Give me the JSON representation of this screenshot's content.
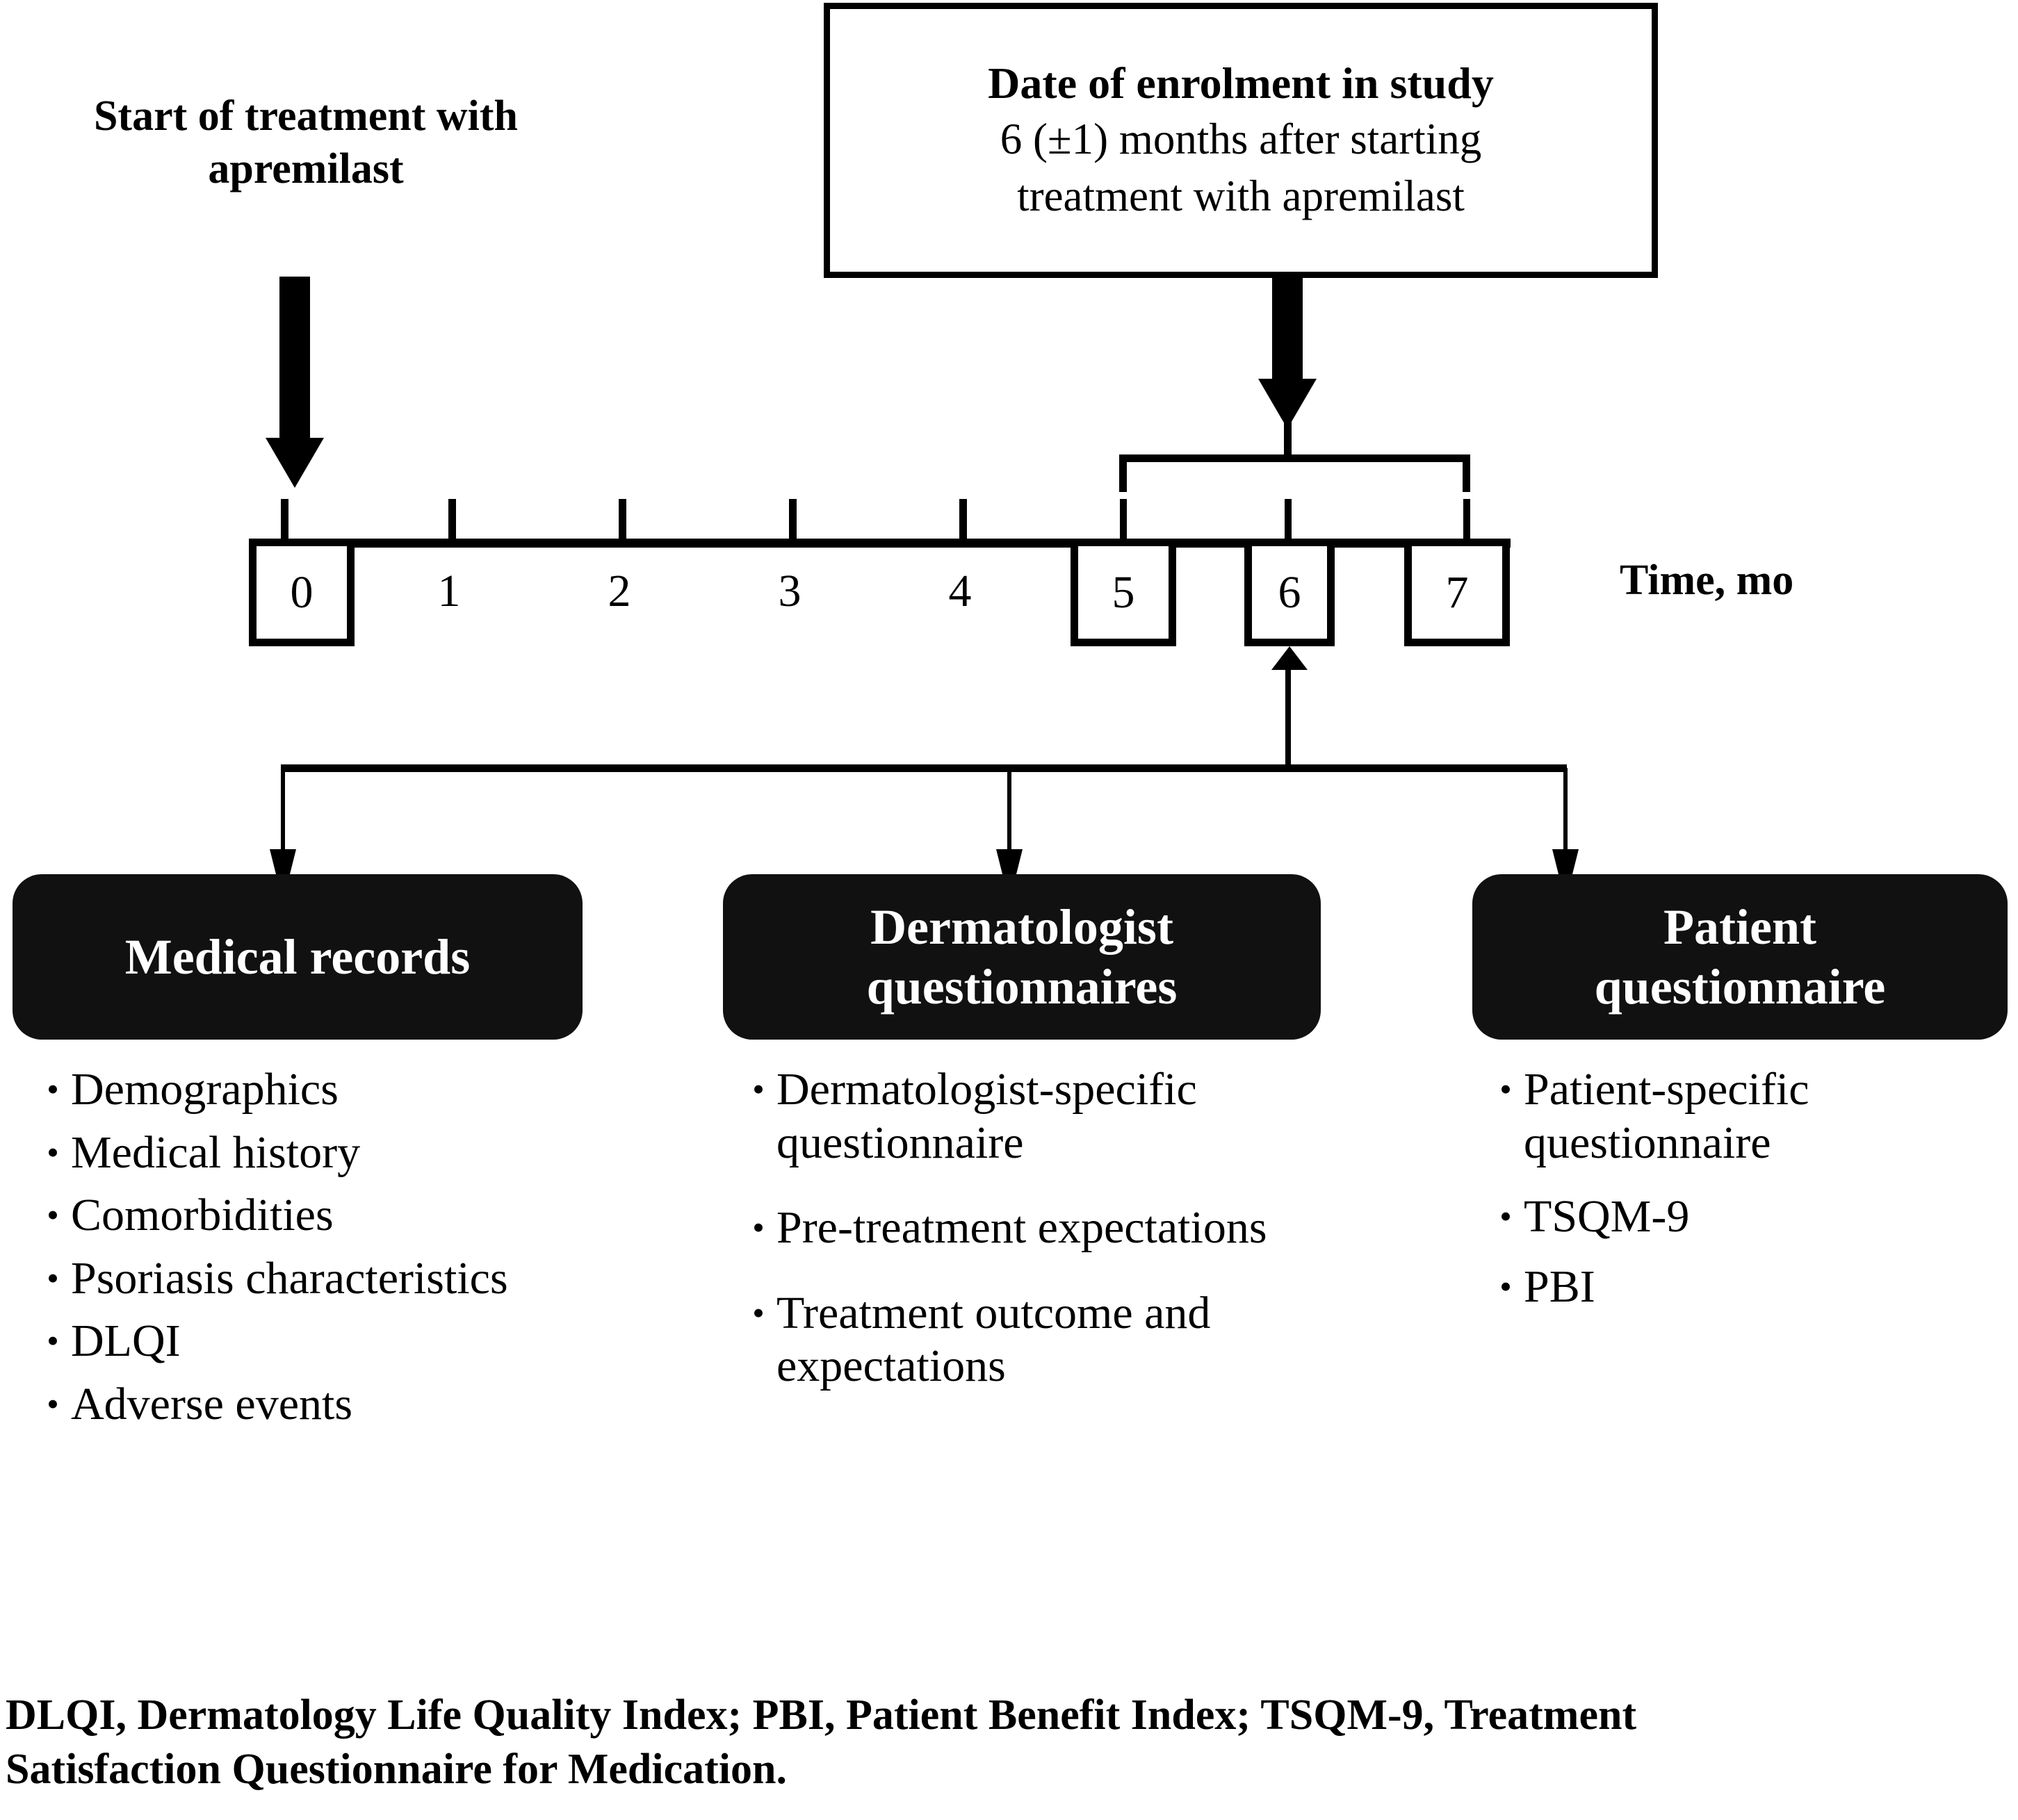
{
  "start_label": "Start of treatment with apremilast",
  "enrolment_box": {
    "line1": "Date of enrolment in study",
    "line2": "6 (±1) months after starting",
    "line3": "treatment with apremilast"
  },
  "timeline": {
    "axis_label": "Time, mo",
    "months": [
      "0",
      "1",
      "2",
      "3",
      "4",
      "5",
      "6",
      "7"
    ],
    "boxed_months": [
      "0",
      "5",
      "6",
      "7"
    ],
    "brace_span": [
      "5",
      "7"
    ]
  },
  "panels": [
    {
      "title_line1": "Medical records",
      "title_line2": "",
      "items": [
        "Demographics",
        "Medical history",
        "Comorbidities",
        "Psoriasis characteristics",
        "DLQI",
        "Adverse events"
      ]
    },
    {
      "title_line1": "Dermatologist",
      "title_line2": "questionnaires",
      "items": [
        "Dermatologist-specific questionnaire",
        "Pre-treatment expectations",
        "Treatment outcome and expectations"
      ]
    },
    {
      "title_line1": "Patient",
      "title_line2": "questionnaire",
      "items": [
        "Patient-specific questionnaire",
        "TSQM-9",
        "PBI"
      ]
    }
  ],
  "footnote": {
    "line1": "DLQI, Dermatology Life Quality Index; PBI, Patient Benefit Index; TSQM-9, Treatment",
    "line2": "Satisfaction Questionnaire for Medication."
  },
  "colors": {
    "ink": "#000000",
    "panel_bg": "#111111",
    "panel_text": "#ffffff",
    "page_bg": "#ffffff"
  },
  "bullet_glyph": "•"
}
